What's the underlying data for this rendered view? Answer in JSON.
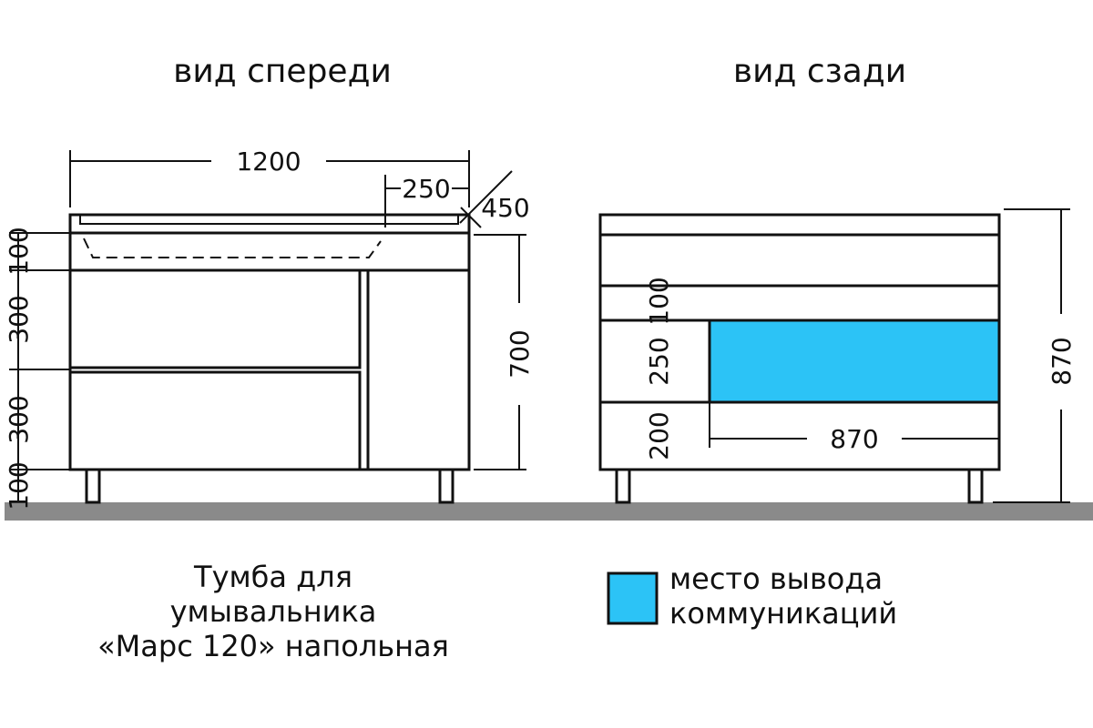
{
  "titles": {
    "front_view": "вид спереди",
    "back_view": "вид сзади"
  },
  "front_dimensions": {
    "width": "1200",
    "offset": "250",
    "depth": "450",
    "height": "700",
    "left_stack": [
      "100",
      "300",
      "300",
      "100"
    ]
  },
  "back_dimensions": {
    "band1": "100",
    "band2": "250",
    "band3": "200",
    "zone_width": "870",
    "total_height": "870"
  },
  "caption": {
    "line1": "Тумба для",
    "line2": "умывальника",
    "line3": "«Марс 120» напольная"
  },
  "legend": {
    "label_line1": "место вывода",
    "label_line2": "коммуникаций",
    "color": "#2cc3f6"
  },
  "colors": {
    "floor": "#8a8a8a",
    "lines": "#111111"
  }
}
